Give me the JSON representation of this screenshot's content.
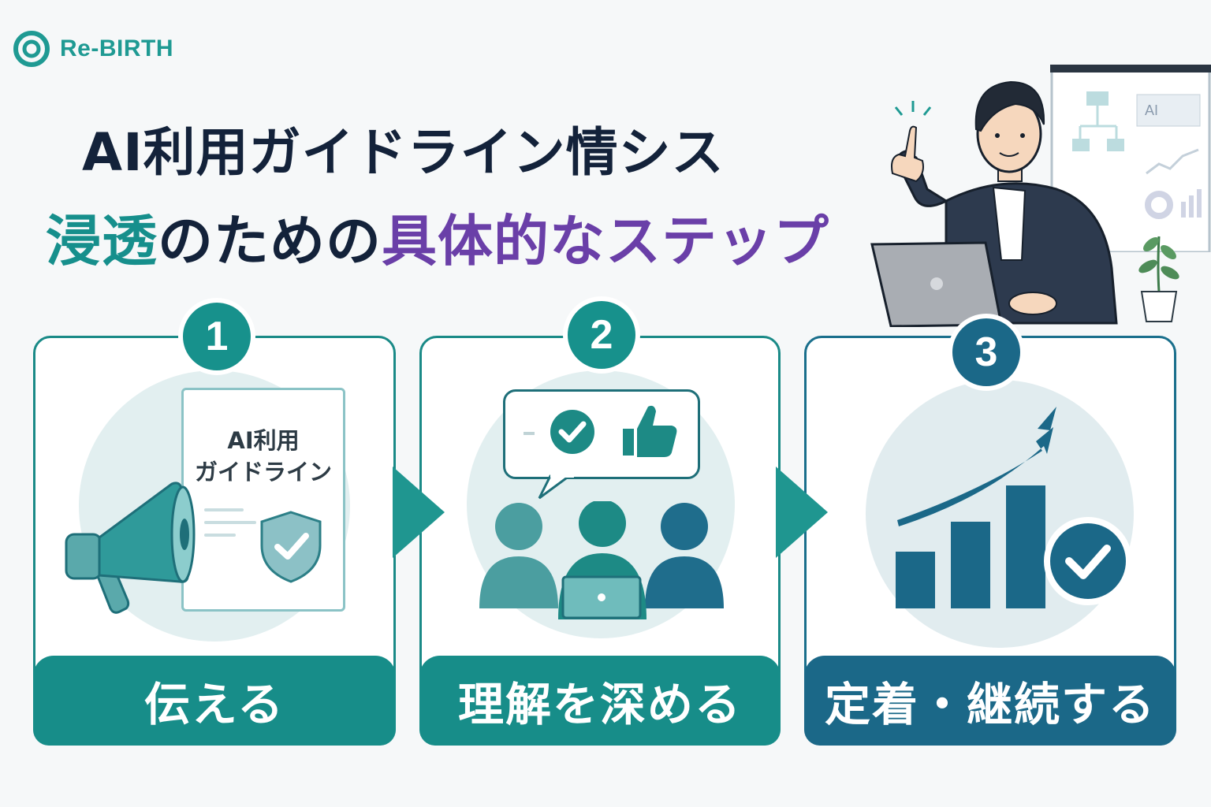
{
  "brand": {
    "name": "Re-BIRTH"
  },
  "title": {
    "line1": "AI利用ガイドライン情シス",
    "line2_part1": "浸透",
    "line2_part2": "のための",
    "line2_part3": "具体的なステップ"
  },
  "steps": [
    {
      "number": "1",
      "label": "伝える",
      "doc_title_line1": "AI利用",
      "doc_title_line2": "ガイドライン"
    },
    {
      "number": "2",
      "label": "理解を深める"
    },
    {
      "number": "3",
      "label": "定着・継続する"
    }
  ],
  "board": {
    "ai_label": "AI"
  },
  "colors": {
    "teal": "#178d89",
    "navy": "#1b6888",
    "purple": "#6a3fa8",
    "dark": "#13223a"
  }
}
